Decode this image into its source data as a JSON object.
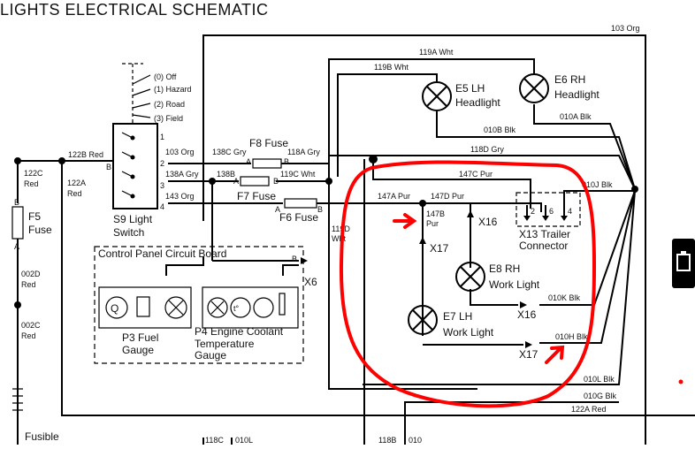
{
  "title": "LIGHTS ELECTRICAL SCHEMATIC",
  "components": {
    "e5": [
      "E5 LH",
      "Headlight"
    ],
    "e6": [
      "E6 RH",
      "Headlight"
    ],
    "e8": [
      "E8 RH",
      "Work Light"
    ],
    "e7": [
      "E7 LH",
      "Work Light"
    ],
    "s9": [
      "S9 Light",
      "Switch"
    ],
    "f5": [
      "F5",
      "Fuse"
    ],
    "f6": "F6 Fuse",
    "f7": "F7 Fuse",
    "f8": "F8 Fuse",
    "x13": [
      "X13 Trailer",
      "Connector"
    ],
    "panel": "Control Panel Circuit Board",
    "p3": [
      "P3 Fuel",
      "Gauge"
    ],
    "p4": [
      "P4 Engine Coolant",
      "Temperature",
      "Gauge"
    ],
    "fusible": "Fusible"
  },
  "switch_positions": [
    "(0) Off",
    "(1) Hazard",
    "(2) Road",
    "(3) Field"
  ],
  "switch_terminals": [
    "1",
    "2",
    "3",
    "4"
  ],
  "wires": {
    "w103": "103 Org",
    "w119a": "119A Wht",
    "w119b": "119B Wht",
    "w010b": "010B Blk",
    "w010a": "010A Blk",
    "w118d": "118D Gry",
    "w122b": "122B Red",
    "w103b": "103 Org",
    "w138c": "138C Gry",
    "w118a": "118A Gry",
    "w138a": "138A Gry",
    "w138b": "138B",
    "w119c": "119C Wht",
    "w147c": "147C Pur",
    "w010j": "010J Blk",
    "w147a": "147A Pur",
    "w147d": "147D Pur",
    "w143": "143 Org",
    "w147b": [
      "147B",
      "Pur"
    ],
    "w122c": [
      "122C",
      "Red"
    ],
    "w122a": [
      "122A",
      "Red"
    ],
    "w002d": [
      "002D",
      "Red"
    ],
    "w002c": [
      "002C",
      "Red"
    ],
    "w119d": [
      "119D",
      "Wht"
    ],
    "w010k": "010K Blk",
    "w010h": "010H Blk",
    "w010l": "010L Blk",
    "w010g": "010G Blk",
    "w122ar": "122A Red",
    "bot1": "118C",
    "bot2": "010L",
    "bot3": "118B",
    "bot4": "010"
  },
  "connectors": {
    "x16a": "X16",
    "x17a": "X17",
    "x16b": "X16",
    "x17b": "X17",
    "x6": "X6"
  },
  "pins": {
    "a": "A",
    "b": "B",
    "p2": "2",
    "p6": "6",
    "p4": "4",
    "t0": "t°"
  },
  "colors": {
    "annotation": "#ff0000",
    "wire": "#000000",
    "tab": "#000000"
  }
}
